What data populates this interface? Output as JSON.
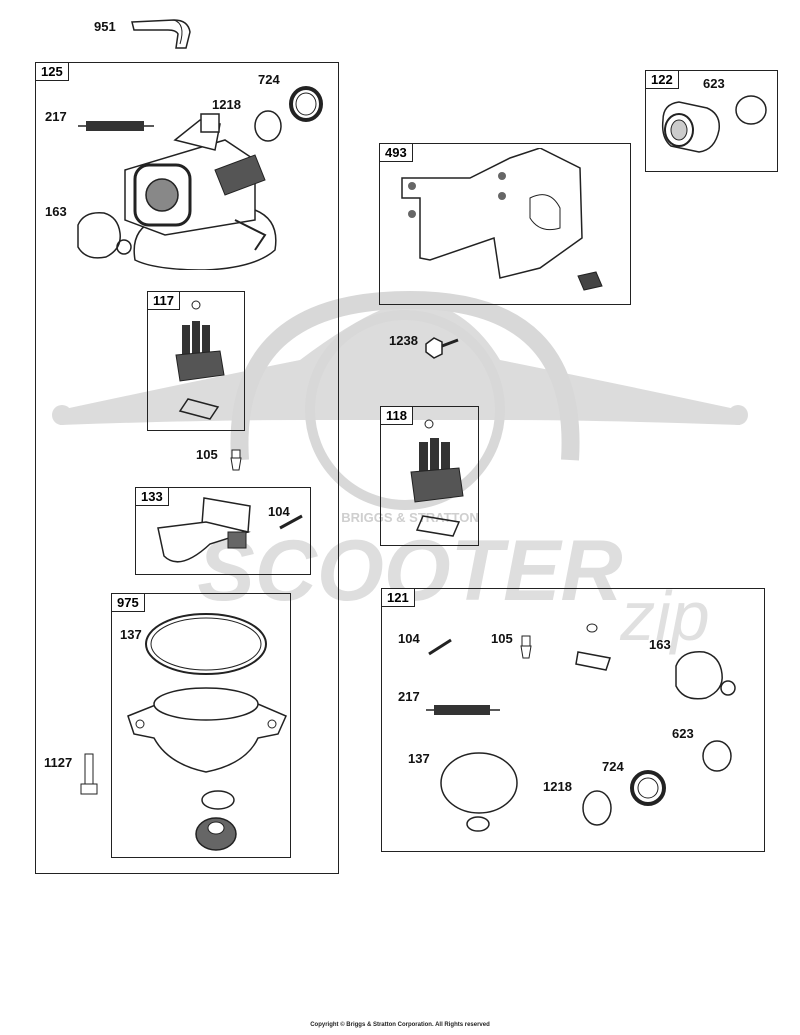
{
  "watermark": {
    "brand": "SCOOTER",
    "script": "zip",
    "seal": "BRIGGS & STRATTON"
  },
  "copyright": "Copyright © Briggs & Stratton Corporation. All Rights reserved",
  "groups": {
    "g125": "125",
    "g117": "117",
    "g133": "133",
    "g975": "975",
    "g122": "122",
    "g493": "493",
    "g118": "118",
    "g121": "121"
  },
  "parts": {
    "p951": "951",
    "p724": "724",
    "p1218": "1218",
    "p217": "217",
    "p163": "163",
    "p105": "105",
    "p104": "104",
    "p137": "137",
    "p1127": "1127",
    "p623": "623",
    "p1238": "1238",
    "g121_104": "104",
    "g121_105": "105",
    "g121_163": "163",
    "g121_217": "217",
    "g121_623": "623",
    "g121_137": "137",
    "g121_724": "724",
    "g121_1218": "1218"
  }
}
